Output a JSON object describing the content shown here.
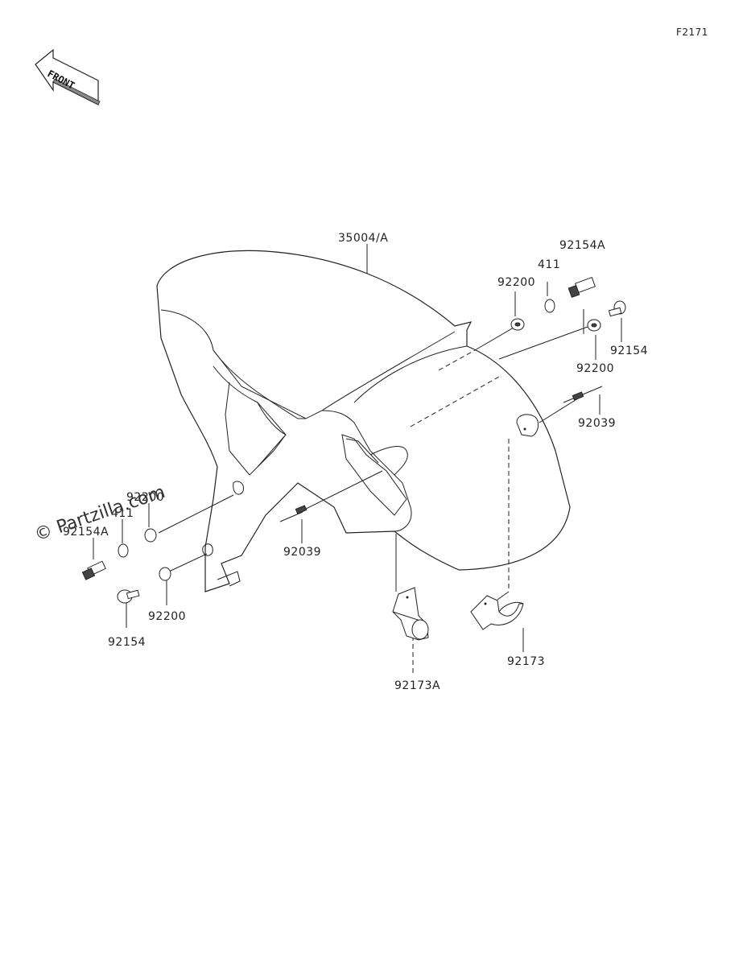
{
  "figure_code": "F2171",
  "front_arrow": {
    "text": "FRONT"
  },
  "watermark": "© Partzilla.com",
  "parts": [
    {
      "id": "label-35004a",
      "text": "35004/A"
    },
    {
      "id": "label-92154a-right",
      "text": "92154A"
    },
    {
      "id": "label-411-right",
      "text": "411"
    },
    {
      "id": "label-92200-right-top",
      "text": "92200"
    },
    {
      "id": "label-92154-right",
      "text": "92154"
    },
    {
      "id": "label-92200-right-bottom",
      "text": "92200"
    },
    {
      "id": "label-92039-right",
      "text": "92039"
    },
    {
      "id": "label-92200-left-top",
      "text": "92200"
    },
    {
      "id": "label-411-left",
      "text": "411"
    },
    {
      "id": "label-92154a-left",
      "text": "92154A"
    },
    {
      "id": "label-92039-center",
      "text": "92039"
    },
    {
      "id": "label-92200-left-bottom",
      "text": "92200"
    },
    {
      "id": "label-92154-left",
      "text": "92154"
    },
    {
      "id": "label-92173",
      "text": "92173"
    },
    {
      "id": "label-92173a",
      "text": "92173A"
    }
  ]
}
